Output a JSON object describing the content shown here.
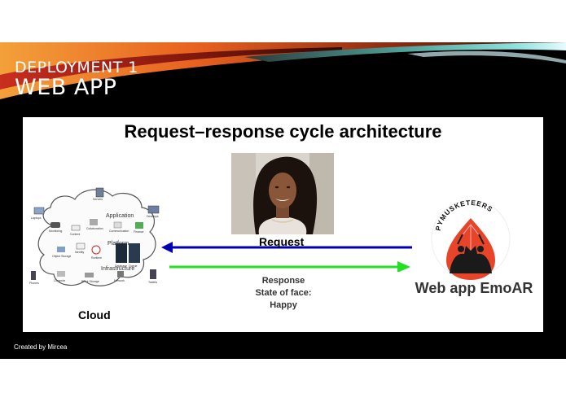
{
  "slide": {
    "subtitle": "DEPLOYMENT 1",
    "title": "WEB APP",
    "credit": "Created by Mircea"
  },
  "diagram": {
    "title": "Request–response cycle architecture",
    "cloud_label": "Cloud",
    "cloud_layers": [
      "Application",
      "Platform",
      "Infrastructure"
    ],
    "cloud_items": [
      "Laptops",
      "Servers",
      "Desktops",
      "Monitoring",
      "Content",
      "Collaboration",
      "Communication",
      "Finance",
      "Object Storage",
      "Identity",
      "Runtime",
      "Queue",
      "Database",
      "Compute",
      "Block Storage",
      "Network",
      "Phones",
      "Tablets"
    ],
    "request_label": "Request",
    "response_lines": [
      "Response",
      "State of face:",
      "Happy"
    ],
    "logo_text": "PYMUSKETEERS",
    "app_label": "Web app EmoAR",
    "colors": {
      "request_arrow": "#0000b3",
      "response_arrow": "#22e022",
      "logo_red": "#e8442a"
    }
  }
}
